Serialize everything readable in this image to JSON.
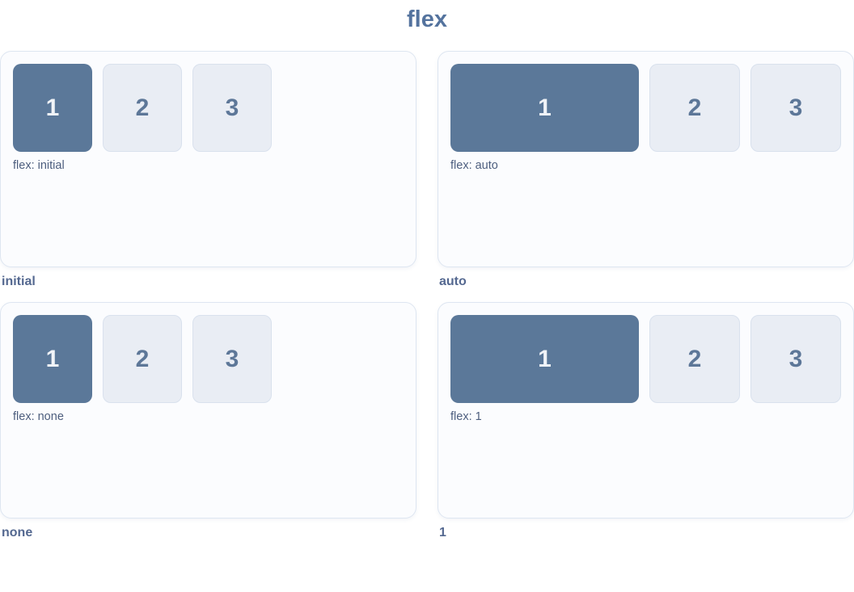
{
  "title": "flex",
  "colors": {
    "title_text": "#54739e",
    "filled_box_bg": "#5b7899",
    "filled_box_text": "#f1f4f8",
    "light_box_bg": "#e9edf4",
    "light_box_border": "#d9e1ed",
    "light_box_text": "#5d7798",
    "card_bg": "#fbfcfe",
    "card_border": "#dee6f1",
    "caption_text": "#4d5e7e",
    "panel_label_text": "#546890"
  },
  "panels": [
    {
      "id": "initial",
      "caption": "flex: initial",
      "label": "initial",
      "boxes": [
        "1",
        "2",
        "3"
      ]
    },
    {
      "id": "auto",
      "caption": "flex: auto",
      "label": "auto",
      "boxes": [
        "1",
        "2",
        "3"
      ]
    },
    {
      "id": "none",
      "caption": "flex: none",
      "label": "none",
      "boxes": [
        "1",
        "2",
        "3"
      ]
    },
    {
      "id": "1",
      "caption": "flex: 1",
      "label": "1",
      "boxes": [
        "1",
        "2",
        "3"
      ]
    }
  ]
}
